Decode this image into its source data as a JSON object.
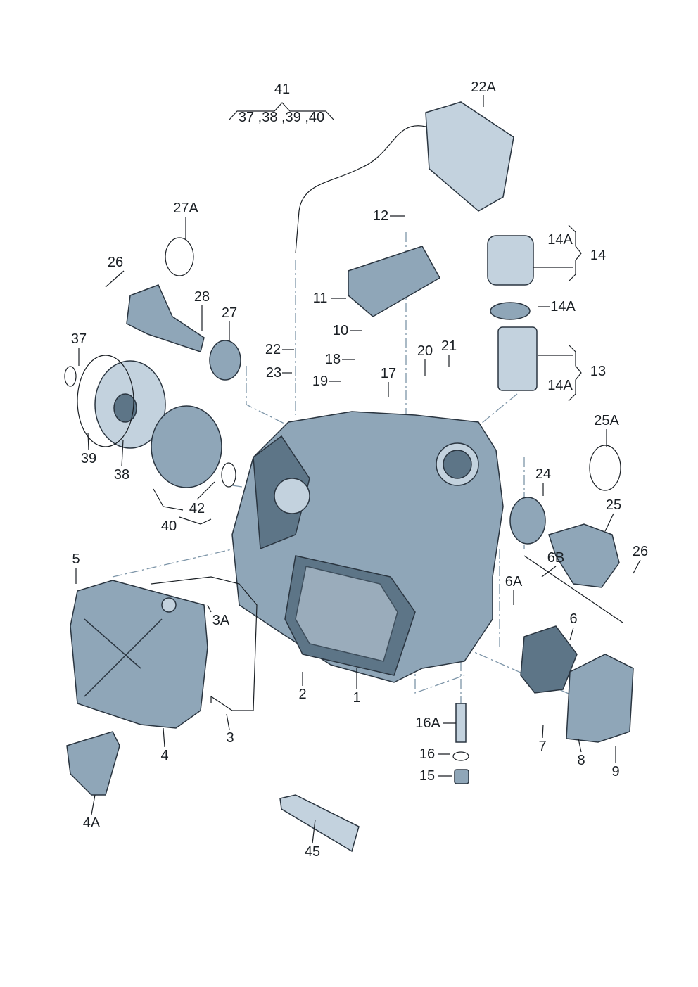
{
  "diagram": {
    "title": "Gearbox housing exploded parts view",
    "accent": "#8fa6b8",
    "outline": "#2a3540"
  },
  "labels": {
    "l41": "41",
    "l41sub": "37 ,38 ,39 ,40",
    "l22A": "22A",
    "l27A": "27A",
    "l12": "12",
    "l14A_1": "14A",
    "l14": "14",
    "l26a": "26",
    "l28": "28",
    "l11": "11",
    "l14A_2": "14A",
    "l27": "27",
    "l10": "10",
    "l37": "37",
    "l22": "22",
    "l18": "18",
    "l20": "20",
    "l21": "21",
    "l23": "23",
    "l17": "17",
    "l19": "19",
    "l13": "13",
    "l14A_3": "14A",
    "l25A": "25A",
    "l39": "39",
    "l38": "38",
    "l24": "24",
    "l42": "42",
    "l25": "25",
    "l40": "40",
    "l5": "5",
    "l26b": "26",
    "l6B": "6B",
    "l6A": "6A",
    "l3A": "3A",
    "l6": "6",
    "l2": "2",
    "l1": "1",
    "l16A": "16A",
    "l3": "3",
    "l7": "7",
    "l16": "16",
    "l4": "4",
    "l8": "8",
    "l9": "9",
    "l15": "15",
    "l4A": "4A",
    "l45": "45"
  }
}
